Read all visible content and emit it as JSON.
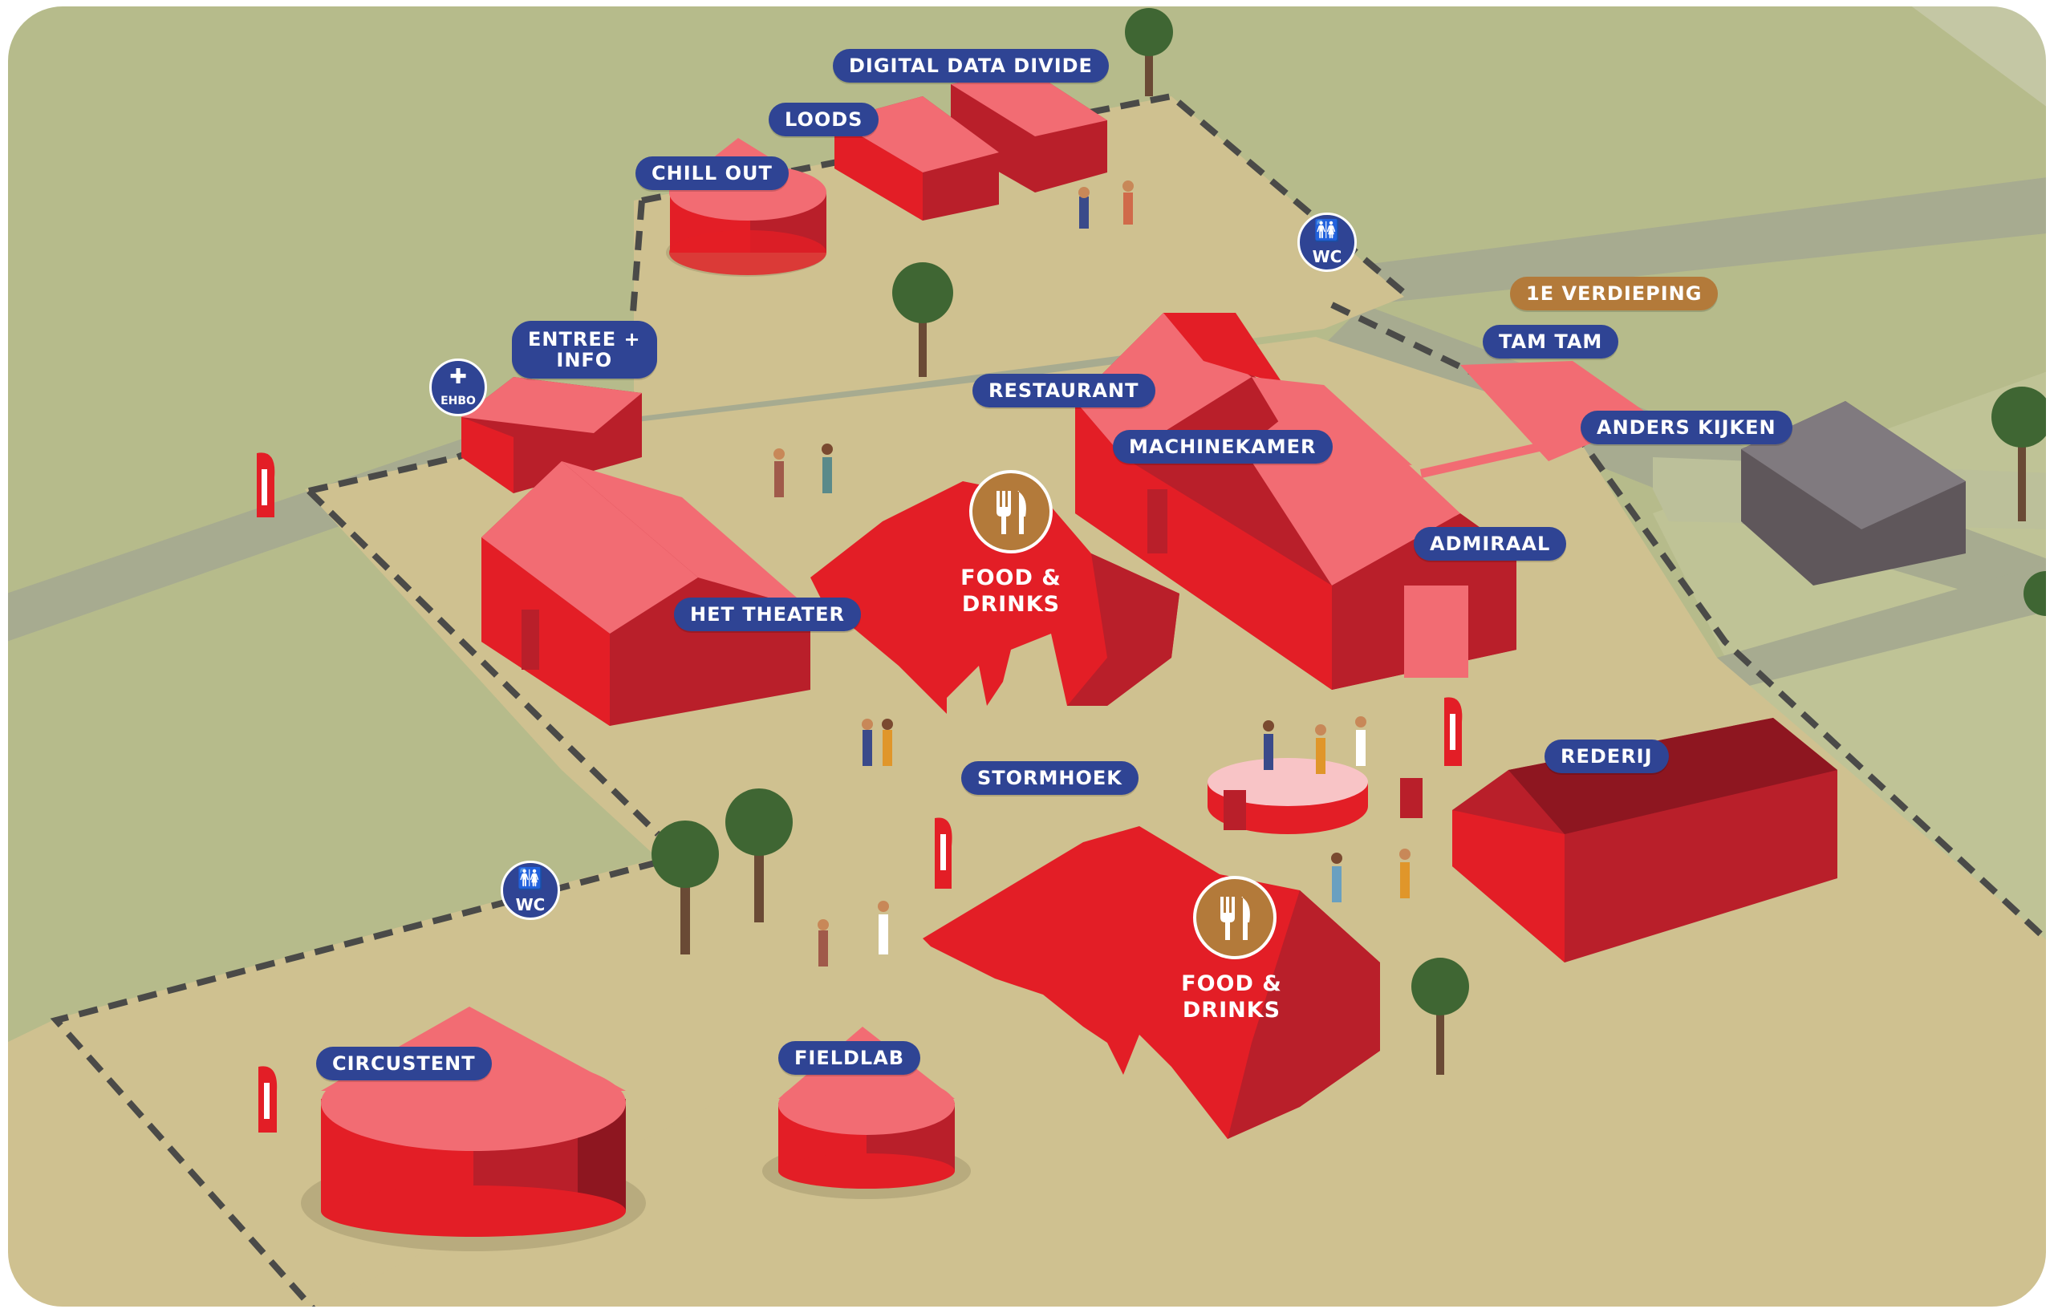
{
  "map": {
    "colors": {
      "grass": "#b6bb8b",
      "ground": "#cfc190",
      "path": "#a7ab90",
      "tent_red": "#e31e26",
      "tent_dark": "#b91f2a",
      "roof_pink": "#f26c73",
      "label_blue": "#2f4494",
      "label_gold": "#b37a3a",
      "grey_building": "#6f6a70"
    },
    "venues": {
      "digital_data_divide": "DIGITAL DATA DIVIDE",
      "loods": "LOODS",
      "chill_out": "CHILL OUT",
      "entree_info_line1": "ENTREE +",
      "entree_info_line2": "INFO",
      "restaurant": "RESTAURANT",
      "machinekamer": "MACHINEKAMER",
      "admiraal": "ADMIRAAL",
      "het_theater": "HET THEATER",
      "stormhoek": "STORMHOEK",
      "rederij": "REDERIJ",
      "circustent": "CIRCUSTENT",
      "fieldlab": "FIELDLAB",
      "tam_tam": "TAM TAM",
      "anders_kijken": "ANDERS KIJKEN",
      "eerste_verdieping": "1E VERDIEPING"
    },
    "facilities": {
      "ehbo": "EHBO",
      "wc_top": "WC",
      "wc_bottom": "WC",
      "food_1_line1": "FOOD &",
      "food_1_line2": "DRINKS",
      "food_2_line1": "FOOD &",
      "food_2_line2": "DRINKS"
    },
    "icons": [
      "first-aid-cross-icon",
      "toilet-icon",
      "cutlery-icon",
      "flag-banner-icon",
      "tree-icon",
      "stage-speaker-icon"
    ]
  }
}
